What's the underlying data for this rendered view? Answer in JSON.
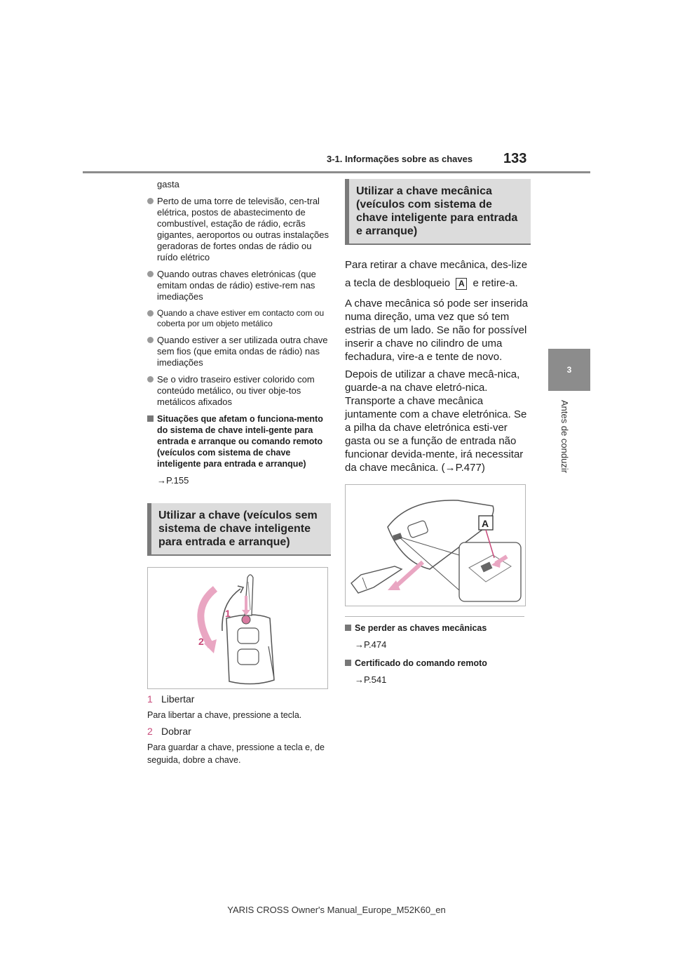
{
  "header": {
    "section": "3-1. Informações sobre as chaves",
    "page": "133"
  },
  "side_tab": {
    "chapter_number": "3",
    "chapter_label": "Antes de conduzir"
  },
  "left": {
    "cont_text": "gasta",
    "bullets": [
      "Perto de uma torre de televisão, cen-tral elétrica, postos de abastecimento de combustível, estação de rádio, ecrãs gigantes, aeroportos ou outras instalações geradoras de fortes ondas de rádio ou ruído elétrico",
      "Quando outras chaves eletrónicas (que emitam ondas de rádio) estive-rem nas imediações",
      "Quando a chave estiver em contacto com ou coberta por um objeto metálico",
      "Quando estiver a ser utilizada outra chave sem fios (que emita ondas de rádio) nas imediações",
      "Se o vidro traseiro estiver colorido com conteúdo metálico, ou tiver obje-tos metálicos afixados"
    ],
    "sq_heading": "Situações que afetam o funciona-mento do sistema de chave inteli-gente para entrada e arranque ou comando remoto (veículos com sistema de chave inteligente para entrada e arranque)",
    "ref1": "→P.155",
    "section_title": "Utilizar a chave (veículos sem sistema de chave inteligente para entrada e arranque)",
    "figure_labels": {
      "one": "1",
      "two": "2"
    },
    "steps": [
      {
        "num": "1",
        "label": "Libertar",
        "desc": "Para libertar a chave, pressione a tecla."
      },
      {
        "num": "2",
        "label": "Dobrar",
        "desc": "Para guardar a chave, pressione a tecla e, de seguida, dobre a chave."
      }
    ]
  },
  "right": {
    "section_title": "Utilizar a chave mecânica (veículos com sistema de chave inteligente para entrada e arranque)",
    "para1_a": "Para retirar a chave mecânica, des-lize a tecla de desbloqueio",
    "para1_key": "A",
    "para1_b": "e retire-a.",
    "para2": "A chave mecânica só pode ser inserida numa direção, uma vez que só tem estrias de um lado. Se não for possível inserir a chave no cilindro de uma fechadura, vire-a e tente de novo.",
    "para3": "Depois de utilizar a chave mecâ-nica, guarde-a na chave eletró-nica. Transporte a chave mecânica juntamente com a chave eletrónica. Se a pilha da chave eletrónica esti-ver gasta ou se a função de entrada não funcionar devida-mente, irá necessitar da chave mecânica. (→P.477)",
    "figure_label": "A",
    "sq1": "Se perder as chaves mecânicas",
    "ref_sq1": "→P.474",
    "sq2": "Certificado do comando remoto",
    "ref_sq2": "→P.541"
  },
  "footer": "YARIS CROSS Owner's Manual_Europe_M52K60_en"
}
